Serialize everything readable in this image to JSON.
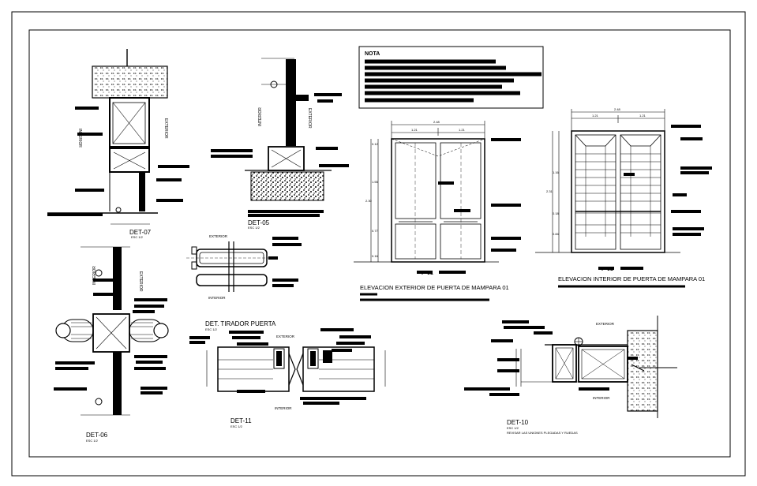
{
  "details": {
    "det07": {
      "title": "DET-07",
      "scale": "ESC 1/2"
    },
    "det05": {
      "title": "DET-05",
      "scale": "ESC 1/2"
    },
    "det06": {
      "title": "DET-06",
      "scale": "ESC 1/2"
    },
    "det11": {
      "title": "DET-11",
      "scale": "ESC 1/2"
    },
    "det10": {
      "title": "DET-10",
      "scale": "ESC 1/2",
      "note": "REVISAR LAS UNIONES PLEGADAS Y RUEDAS"
    },
    "tirador": {
      "title": "DET. TIRADOR PUERTA",
      "scale": "ESC 1/2"
    }
  },
  "side_labels": {
    "interior": "INTERIOR",
    "exterior": "EXTERIOR"
  },
  "elevations": {
    "exterior": {
      "code": "P-01",
      "title": "ELEVACION EXTERIOR DE PUERTA DE MAMPARA 01",
      "dims_top_total": "2.48",
      "dims_top_left": "1.21",
      "dims_top_right": "1.21",
      "dims_left": [
        "0.12",
        "1.55",
        "0.77",
        "0.16"
      ],
      "dims_left_total": "2.30"
    },
    "interior": {
      "code": "P-01",
      "title": "ELEVACION INTERIOR DE PUERTA DE MAMPARA 01",
      "dims_top_total": "2.48",
      "dims_top_left": "1.21",
      "dims_top_right": "1.21",
      "dims_left": [
        "1.16",
        "0.18",
        "0.84"
      ],
      "dims_left_total": "2.31"
    }
  },
  "notes_box": {
    "title": "NOTA"
  }
}
